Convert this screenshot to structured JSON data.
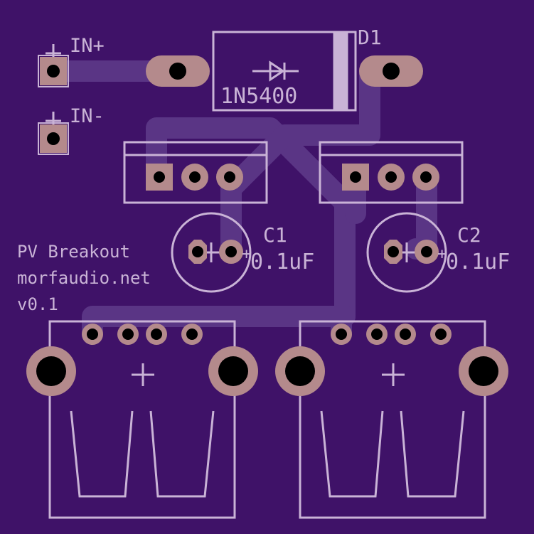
{
  "colors": {
    "board": "#3f1268",
    "trace": "#5a3585",
    "silkscreen": "#c9b3d6",
    "pad": "#b48a8c",
    "hole": "#000000"
  },
  "labels": {
    "pin_in_pos": "IN+",
    "pin_in_neg": "IN-",
    "diode_ref": "D1",
    "diode_value": "1N5400",
    "cap1_ref": "C1",
    "cap1_value": "0.1uF",
    "cap2_ref": "C2",
    "cap2_value": "0.1uF",
    "cap_polarity": "+",
    "board_title": "PV Breakout",
    "board_site": "morfaudio.net",
    "board_version": "v0.1"
  }
}
